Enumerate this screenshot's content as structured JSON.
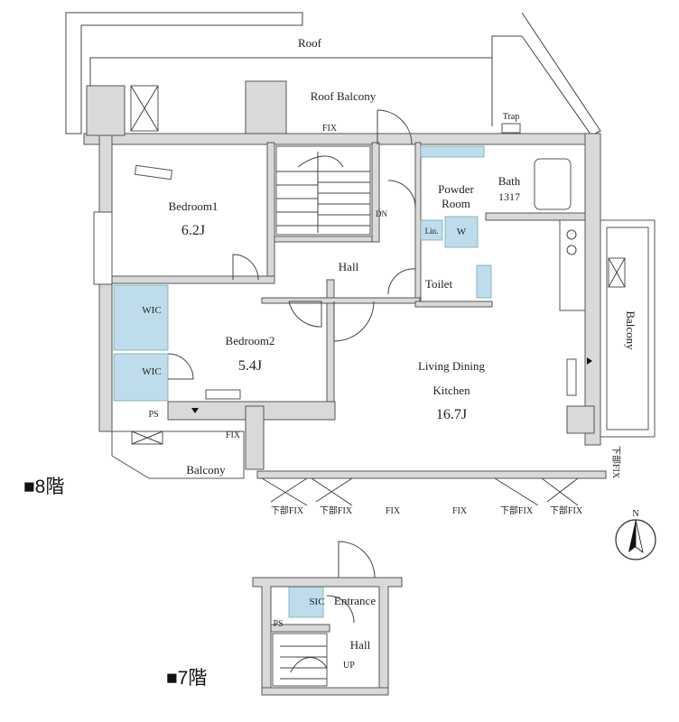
{
  "floor8": {
    "label": "■8階",
    "rooms": {
      "roof": "Roof",
      "roof_balcony": "Roof Balcony",
      "trap": "Trap",
      "fix_top": "FIX",
      "bedroom1": "Bedroom1",
      "bedroom1_size": "6.2J",
      "dn": "DN",
      "powder_room_1": "Powder",
      "powder_room_2": "Room",
      "bath": "Bath",
      "bath_size": "1317",
      "lin": "Lin.",
      "w": "W",
      "hall": "Hall",
      "toilet": "Toilet",
      "wic1": "WIC",
      "wic2": "WIC",
      "bedroom2": "Bedroom2",
      "bedroom2_size": "5.4J",
      "living": "Living Dining",
      "kitchen": "Kitchen",
      "living_size": "16.7J",
      "ps": "PS",
      "fix_small": "FIX",
      "balcony_small": "Balcony",
      "balcony_right": "Balcony",
      "right_fix": "下部FIX"
    },
    "bottom_labels": [
      "下部FIX",
      "下部FIX",
      "FIX",
      "FIX",
      "下部FIX",
      "下部FIX"
    ]
  },
  "compass": {
    "label": "N"
  },
  "floor7": {
    "label": "■7階",
    "rooms": {
      "sic": "SIC",
      "entrance": "Entrance",
      "ps": "PS",
      "hall": "Hall",
      "up": "UP"
    }
  }
}
